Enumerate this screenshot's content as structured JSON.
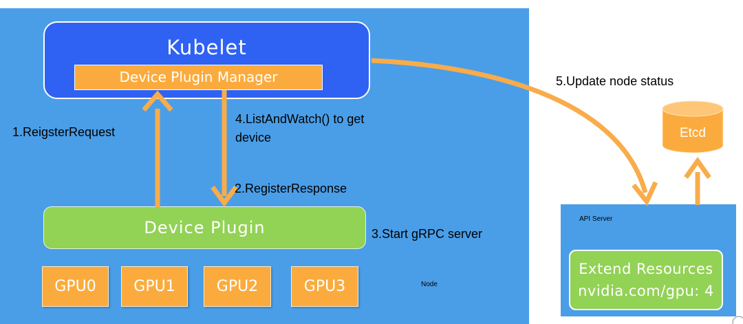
{
  "node": {
    "label": "Node",
    "kubelet": "Kubelet",
    "device_plugin_manager": "Device Plugin Manager",
    "device_plugin": "Device Plugin",
    "gpus": [
      "GPU0",
      "GPU1",
      "GPU2",
      "GPU3"
    ]
  },
  "api_server": {
    "label": "API Server",
    "extend_resources_title": "Extend Resources",
    "extend_resources_value": "nvidia.com/gpu: 4"
  },
  "etcd": "Etcd",
  "steps": {
    "register_request": "1.ReigsterRequest",
    "register_response": "2.RegisterResponse",
    "start_grpc": "3.Start gRPC server",
    "list_and_watch_line1": "4.ListAndWatch() to get",
    "list_and_watch_line2": "device",
    "update_status": "5.Update node status"
  },
  "colors": {
    "panel_blue": "#4a9ee8",
    "kubelet_blue": "#2f62f3",
    "orange": "#fbab3d",
    "green": "#92d255",
    "arrow": "#f8ac4a"
  }
}
